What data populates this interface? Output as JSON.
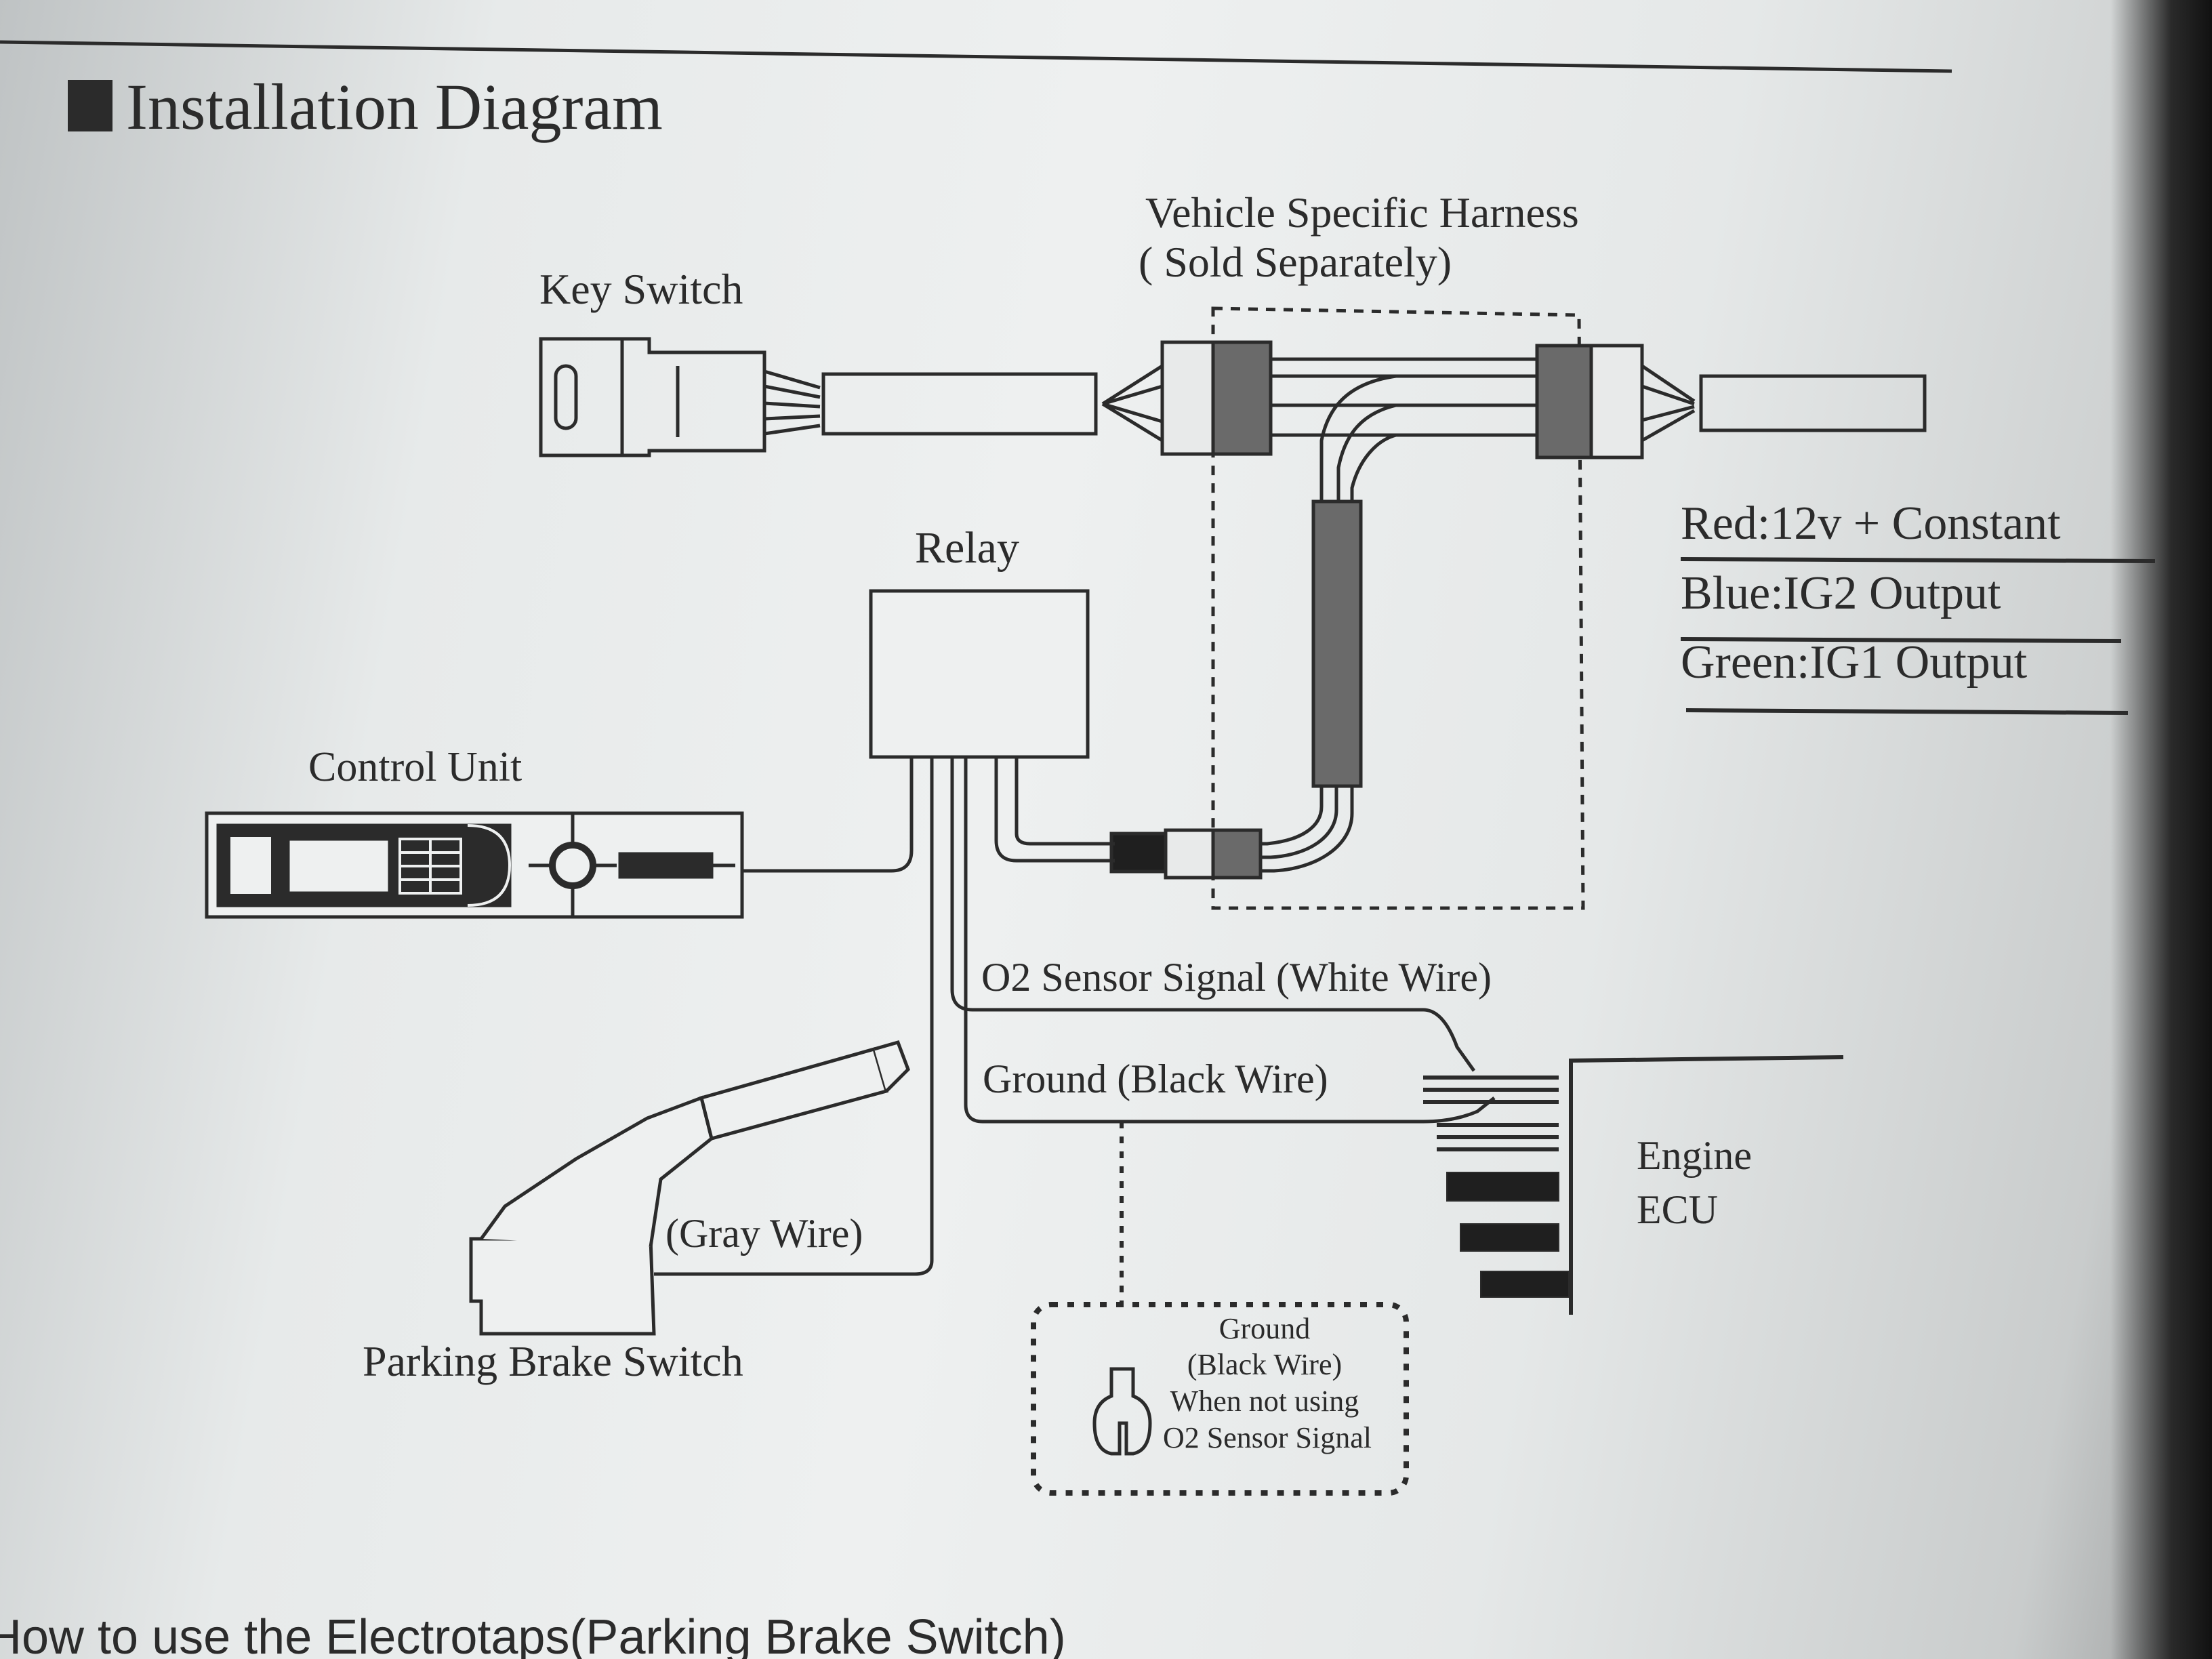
{
  "header": {
    "title": "Installation  Diagram"
  },
  "labels": {
    "key_switch": "Key Switch",
    "harness_title": "Vehicle Specific Harness",
    "harness_note": "( Sold Separately)",
    "relay": "Relay",
    "control_unit": "Control Unit",
    "o2_signal": "O2 Sensor Signal (White Wire)",
    "ground": "Ground (Black Wire)",
    "gray_wire": "(Gray Wire)",
    "parking_brake": "Parking Brake Switch",
    "engine": "Engine",
    "ecu": "ECU"
  },
  "legend": [
    {
      "text": "Red:12v + Constant"
    },
    {
      "text": "Blue:IG2 Output"
    },
    {
      "text": "Green:IG1 Output"
    }
  ],
  "ground_note": [
    "Ground",
    "(Black Wire)",
    "When not  using",
    "O2 Sensor Signal"
  ],
  "footer": {
    "text": "How to use the Electrotaps(Parking Brake Switch)"
  },
  "colors": {
    "ink": "#2b2b2b",
    "connector_fill": "#6a6a6a",
    "paper": "#eef0f0"
  }
}
